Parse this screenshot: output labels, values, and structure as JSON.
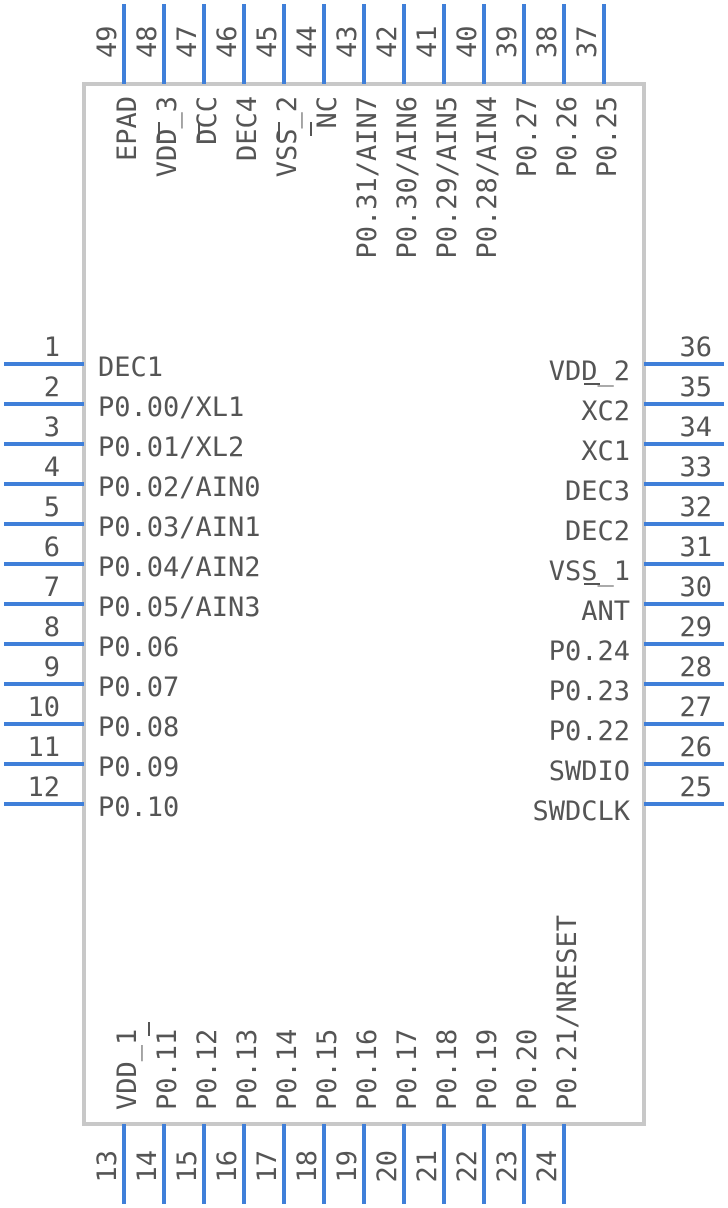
{
  "pins": {
    "left": [
      {
        "num": "1",
        "label": "DEC1"
      },
      {
        "num": "2",
        "label": "P0.00/XL1"
      },
      {
        "num": "3",
        "label": "P0.01/XL2"
      },
      {
        "num": "4",
        "label": "P0.02/AIN0"
      },
      {
        "num": "5",
        "label": "P0.03/AIN1"
      },
      {
        "num": "6",
        "label": "P0.04/AIN2"
      },
      {
        "num": "7",
        "label": "P0.05/AIN3"
      },
      {
        "num": "8",
        "label": "P0.06"
      },
      {
        "num": "9",
        "label": "P0.07"
      },
      {
        "num": "10",
        "label": "P0.08"
      },
      {
        "num": "11",
        "label": "P0.09"
      },
      {
        "num": "12",
        "label": "P0.10"
      }
    ],
    "right": [
      {
        "num": "36",
        "label": "VDD_2"
      },
      {
        "num": "35",
        "label": "XC2"
      },
      {
        "num": "34",
        "label": "XC1"
      },
      {
        "num": "33",
        "label": "DEC3"
      },
      {
        "num": "32",
        "label": "DEC2"
      },
      {
        "num": "31",
        "label": "VSS_1"
      },
      {
        "num": "30",
        "label": "ANT"
      },
      {
        "num": "29",
        "label": "P0.24"
      },
      {
        "num": "28",
        "label": "P0.23"
      },
      {
        "num": "27",
        "label": "P0.22"
      },
      {
        "num": "26",
        "label": "SWDIO"
      },
      {
        "num": "25",
        "label": "SWDCLK"
      }
    ],
    "top": [
      {
        "num": "49",
        "label": "EPAD"
      },
      {
        "num": "48",
        "label": "VDD_3"
      },
      {
        "num": "47",
        "label": "DCC"
      },
      {
        "num": "46",
        "label": "DEC4"
      },
      {
        "num": "45",
        "label": "VSS_2"
      },
      {
        "num": "44",
        "label": "NC"
      },
      {
        "num": "43",
        "label": "P0.31/AIN7"
      },
      {
        "num": "42",
        "label": "P0.30/AIN6"
      },
      {
        "num": "41",
        "label": "P0.29/AIN5"
      },
      {
        "num": "40",
        "label": "P0.28/AIN4"
      },
      {
        "num": "39",
        "label": "P0.27"
      },
      {
        "num": "38",
        "label": "P0.26"
      },
      {
        "num": "37",
        "label": "P0.25"
      }
    ],
    "bottom": [
      {
        "num": "13",
        "label": "VDD_1"
      },
      {
        "num": "14",
        "label": "P0.11"
      },
      {
        "num": "15",
        "label": "P0.12"
      },
      {
        "num": "16",
        "label": "P0.13"
      },
      {
        "num": "17",
        "label": "P0.14"
      },
      {
        "num": "18",
        "label": "P0.15"
      },
      {
        "num": "19",
        "label": "P0.16"
      },
      {
        "num": "20",
        "label": "P0.17"
      },
      {
        "num": "21",
        "label": "P0.18"
      },
      {
        "num": "22",
        "label": "P0.19"
      },
      {
        "num": "23",
        "label": "P0.20"
      },
      {
        "num": "24",
        "label": "P0.21/NRESET"
      }
    ]
  },
  "colors": {
    "pin": "#3f7fd9",
    "body": "#c8c8c8",
    "text": "#555555"
  }
}
